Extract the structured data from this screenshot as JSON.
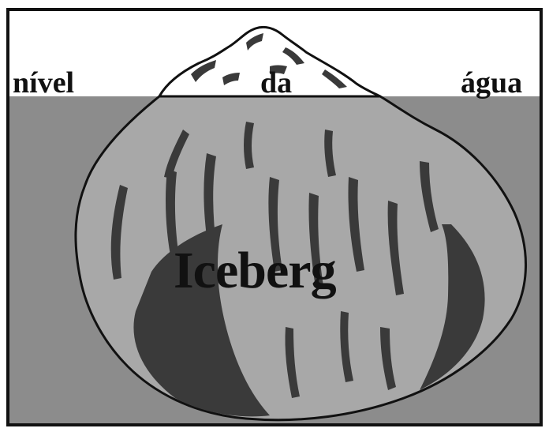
{
  "labels": {
    "water_level_left": "nível",
    "water_level_middle": "da",
    "water_level_right": "água",
    "iceberg": "Iceberg"
  },
  "colors": {
    "water": "#8c8c8c",
    "ice_light": "#a8a8a8",
    "ice_dark": "#3a3a3a",
    "ice_above": "#ffffff",
    "outline": "#111111"
  }
}
